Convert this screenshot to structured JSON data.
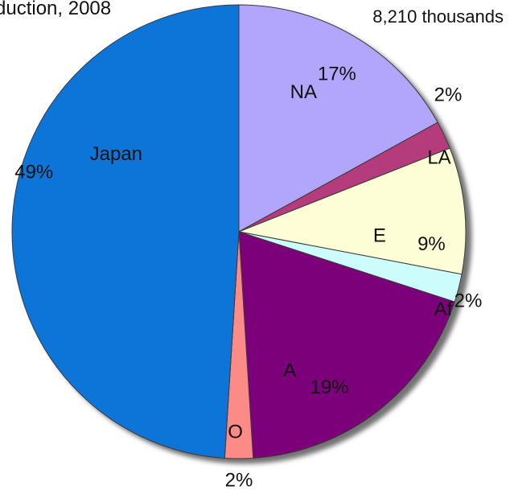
{
  "chart_data": {
    "type": "pie",
    "title": "duction, 2008",
    "total_label": "8,210 thousands",
    "slices": [
      {
        "label": "NA",
        "percent_label": "17%",
        "value": 17,
        "color": "#b1a6fb"
      },
      {
        "label": "LA",
        "percent_label": "2%",
        "value": 2,
        "color": "#b43a7b"
      },
      {
        "label": "E",
        "percent_label": "9%",
        "value": 9,
        "color": "#fdfed6"
      },
      {
        "label": "Af",
        "percent_label": "2%",
        "value": 2,
        "color": "#cdfcfc"
      },
      {
        "label": "A",
        "percent_label": "19%",
        "value": 19,
        "color": "#7c0079"
      },
      {
        "label": "O",
        "percent_label": "2%",
        "value": 2,
        "color": "#fc8a86"
      },
      {
        "label": "Japan",
        "percent_label": "49%",
        "value": 49,
        "color": "#0b74d8"
      }
    ],
    "start_angle_deg": 0,
    "direction": "clockwise"
  }
}
